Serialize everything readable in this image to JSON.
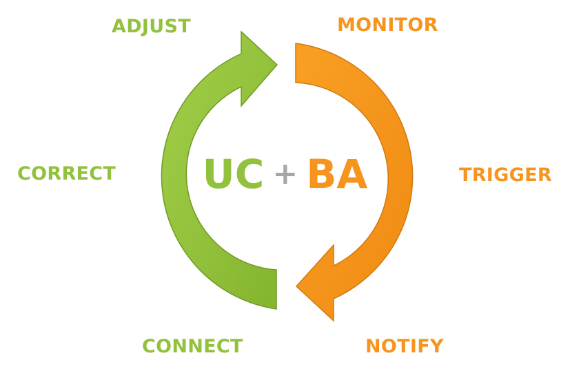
{
  "colors": {
    "green": "#92C13D",
    "orange": "#F7941D",
    "gray": "#A6A6A6"
  },
  "labels": {
    "adjust": "ADJUST",
    "monitor": "MONITOR",
    "correct": "CORRECT",
    "trigger": "TRIGGER",
    "connect": "CONNECT",
    "notify": "NOTIFY"
  },
  "center": {
    "left": "UC",
    "plus": "+",
    "right": "BA"
  },
  "arrows": [
    {
      "name": "green-cycle-arrow",
      "color": "green",
      "direction": "up-right"
    },
    {
      "name": "orange-cycle-arrow",
      "color": "orange",
      "direction": "down-left"
    }
  ]
}
